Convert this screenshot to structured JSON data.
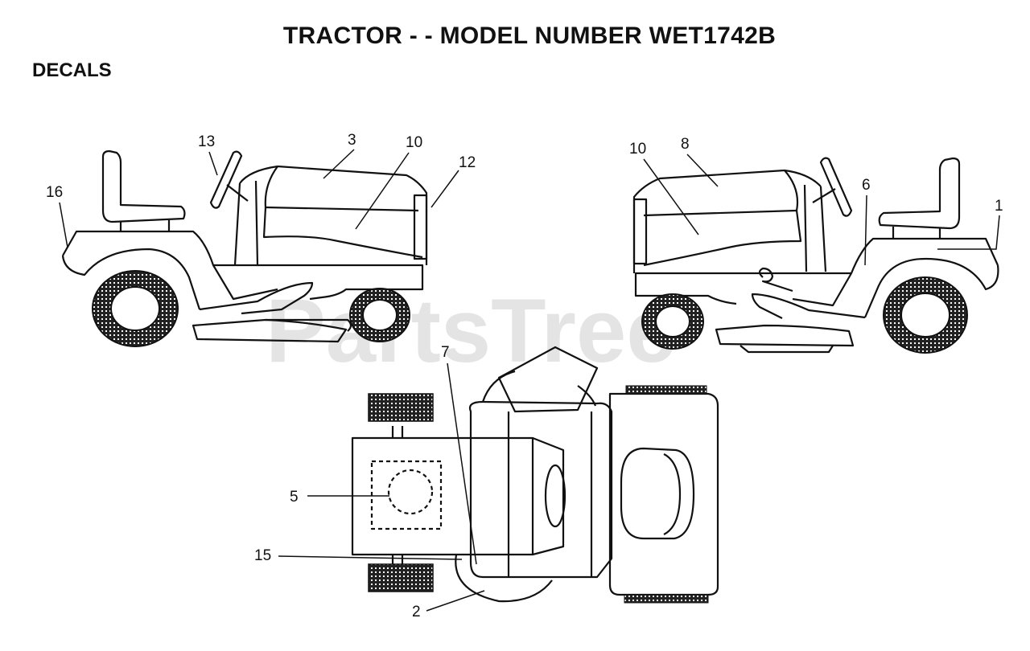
{
  "header": {
    "title": "TRACTOR - - MODEL NUMBER WET1742B",
    "subtitle": "DECALS"
  },
  "watermark": "PartsTree",
  "callouts": {
    "left_view": {
      "c16": "16",
      "c13": "13",
      "c3": "3",
      "c10": "10",
      "c12": "12"
    },
    "right_view": {
      "c10": "10",
      "c8": "8",
      "c6": "6",
      "c1": "1"
    },
    "top_view": {
      "c7": "7",
      "c5": "5",
      "c15": "15",
      "c2": "2"
    }
  },
  "colors": {
    "line": "#111111",
    "watermark": "#cfcfcf"
  }
}
